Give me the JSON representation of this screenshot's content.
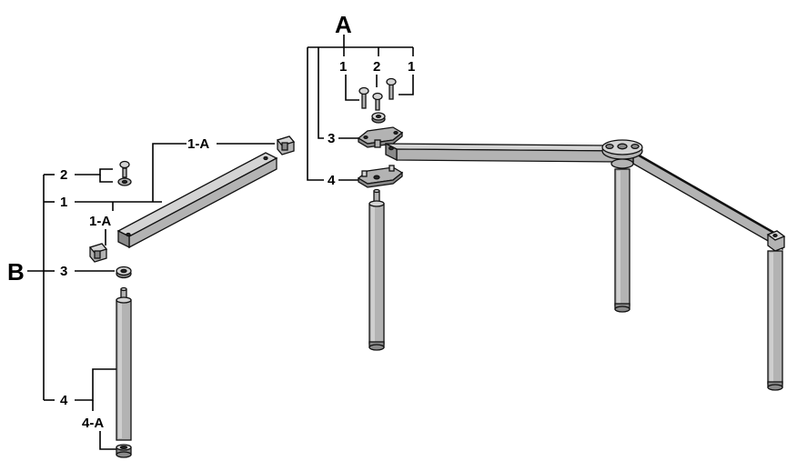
{
  "groups": {
    "A": {
      "letter": "A",
      "labels": {
        "screw_left": "1",
        "screw_center": "2",
        "screw_right": "1",
        "upper_bracket": "3",
        "lower_bracket": "4"
      }
    },
    "B": {
      "letter": "B",
      "labels": {
        "screw": "2",
        "tube": "1",
        "cap_top": "1-A",
        "cap_bottom": "1-A",
        "washer": "3",
        "leg": "4",
        "foot": "4-A"
      }
    }
  },
  "colors": {
    "metal_light": "#d4d4d4",
    "metal_mid": "#b3b3b3",
    "metal_dark": "#8a8a8a",
    "ink": "#000000"
  }
}
